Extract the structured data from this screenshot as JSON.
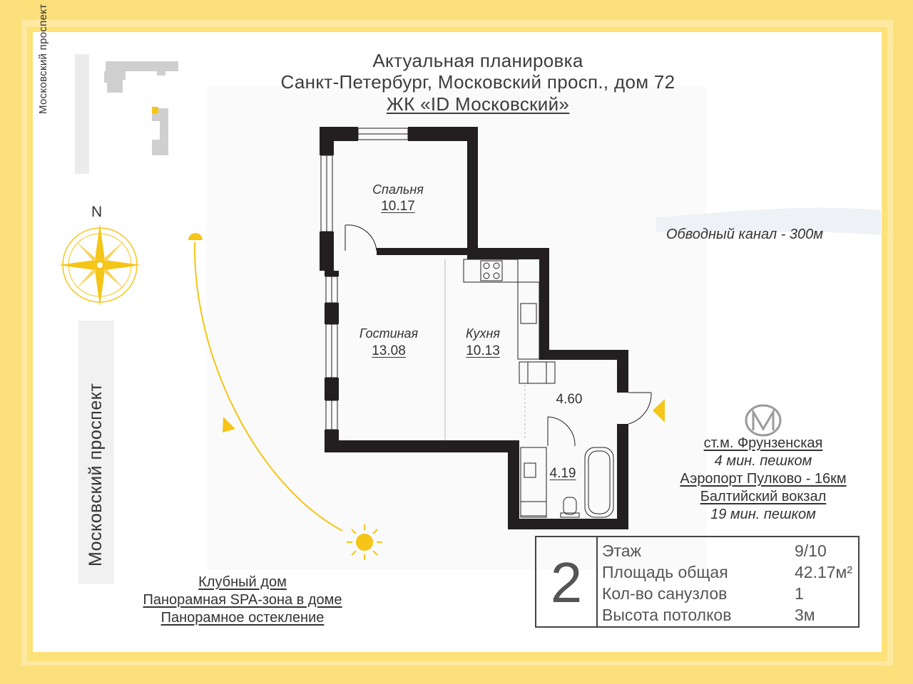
{
  "header": {
    "line1": "Актуальная планировка",
    "line2": "Санкт-Петербург, Московский просп., дом 72",
    "line3": "ЖК «ID Московский»"
  },
  "street_small": "Московский проспект",
  "street_big": "Московский проспект",
  "compass_north": "N",
  "rooms": {
    "bedroom": {
      "name": "Спальня",
      "area": "10.17"
    },
    "living": {
      "name": "Гостиная",
      "area": "13.08"
    },
    "kitchen": {
      "name": "Кухня",
      "area": "10.13"
    },
    "hall": {
      "area": "4.60"
    },
    "bath": {
      "area": "4.19"
    }
  },
  "canal": "Обводный канал - 300м",
  "transport": {
    "metro": "ст.м. Фрунзенская",
    "metro_walk": "4 мин. пешком",
    "airport": "Аэропорт Пулково - 16км",
    "station": "Балтийский вокзал",
    "station_walk": "19 мин. пешком"
  },
  "features": [
    "Клубный дом",
    "Панорамная SPA-зона в доме",
    "Панорамное остекление"
  ],
  "info": {
    "rooms_count": "2",
    "rows": [
      {
        "label": "Этаж",
        "value": "9/10"
      },
      {
        "label": "Площадь общая",
        "value": "42.17м²"
      },
      {
        "label": "Кол-во санузлов",
        "value": "1"
      },
      {
        "label": "Высота потолков",
        "value": "3м"
      }
    ]
  },
  "colors": {
    "frame": "#fce07c",
    "sun": "#f5c518",
    "walls": "#231f20"
  },
  "icons": [
    "compass-icon",
    "sun-icon",
    "metro-icon",
    "entrance-arrow-icon"
  ]
}
